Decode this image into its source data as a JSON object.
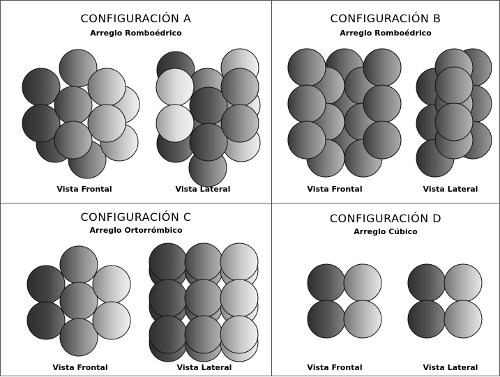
{
  "panels": [
    {
      "title": "CONFIGURACIÓN A",
      "subtitle": "Arreglo Romboédrico",
      "front_label": "Vista Frontal",
      "side_label": "Vista Lateral"
    },
    {
      "title": "CONFIGURACIÓN B",
      "subtitle": "Arreglo Romboédrico",
      "front_label": "Vista Frontal",
      "side_label": "Vista Lateral"
    },
    {
      "title": "CONFIGURACIÓN C",
      "subtitle": "Arreglo Ortorrómbico",
      "front_label": "Vista Frontal",
      "side_label": "Vista Lateral"
    },
    {
      "title": "CONFIGURACIÓN D",
      "subtitle": "Arreglo Cúbico",
      "front_label": "Vista Frontal",
      "side_label": "Vista Lateral"
    }
  ],
  "colors": {
    "border": "#555555",
    "sphere_dark": "#2e2e2e",
    "sphere_light": "#f2f2f2",
    "outline": "#111111"
  }
}
